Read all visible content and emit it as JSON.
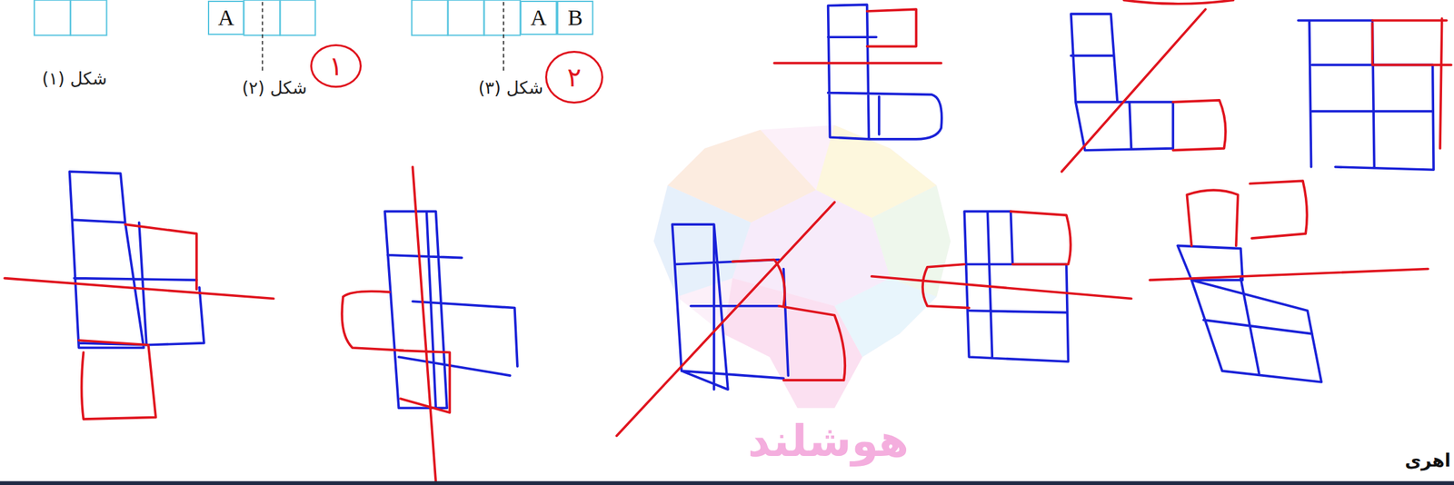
{
  "diagram": {
    "nodes": [
      {
        "text": [
          "A"
        ]
      },
      {
        "text": [
          "۱"
        ]
      },
      {
        "text": [
          "A"
        ]
      },
      {
        "text": [
          "B"
        ]
      },
      {
        "text": [
          "۲"
        ]
      }
    ],
    "labels": [
      "شکل (۱)",
      "شکل (۲)",
      "شکل (۳)",
      "هوشلند",
      "اهری"
    ]
  }
}
